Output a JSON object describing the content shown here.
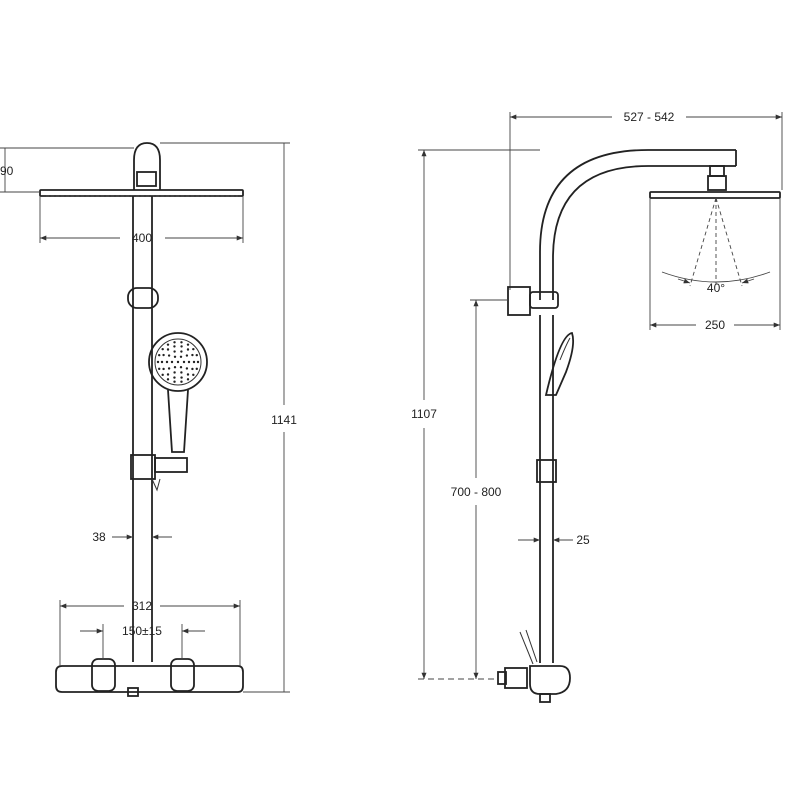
{
  "front_view": {
    "dims": {
      "head_height": "90",
      "head_width": "400",
      "total_height": "1141",
      "rail_diameter": "38",
      "mixer_width": "312",
      "inlet_spacing": "150±15"
    }
  },
  "side_view": {
    "dims": {
      "arm_reach": "527 - 542",
      "head_angle": "40°",
      "head_width": "250",
      "total_height": "1107",
      "adjust_range": "700 - 800",
      "rail_diameter": "25"
    }
  }
}
